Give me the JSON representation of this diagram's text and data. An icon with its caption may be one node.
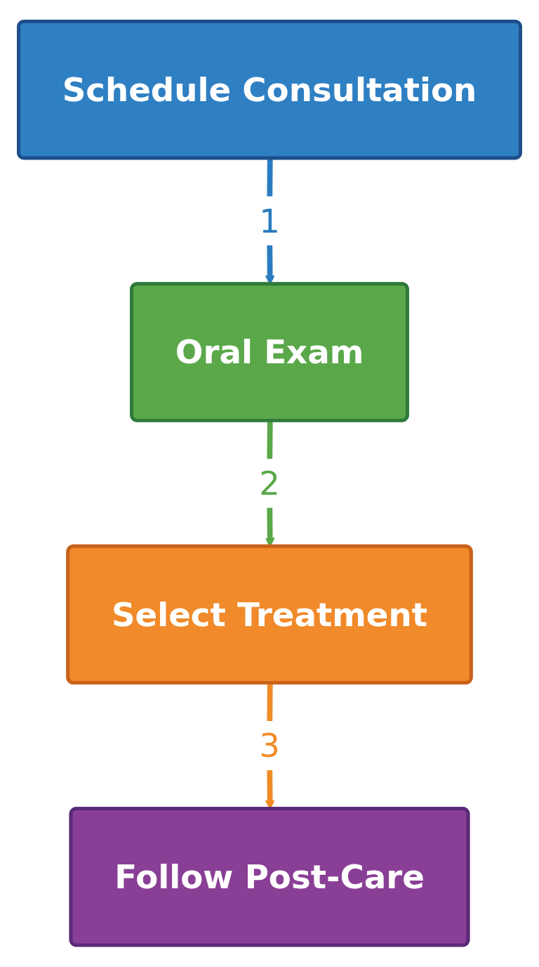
{
  "diagram": {
    "nodes": [
      {
        "text": [
          "Schedule Consultation"
        ]
      },
      {
        "text": [
          "Oral Exam"
        ]
      },
      {
        "text": [
          "Select Treatment"
        ]
      },
      {
        "text": [
          "Follow Post-Care"
        ]
      }
    ],
    "edges": [
      {
        "from": 0,
        "to": 1,
        "arrow": "to",
        "label": "1",
        "color": "#2a7cc0"
      },
      {
        "from": 1,
        "to": 2,
        "arrow": "to",
        "label": "2",
        "color": "#5aa848"
      },
      {
        "from": 2,
        "to": 3,
        "arrow": "to",
        "label": "3",
        "color": "#f08c28"
      }
    ]
  }
}
